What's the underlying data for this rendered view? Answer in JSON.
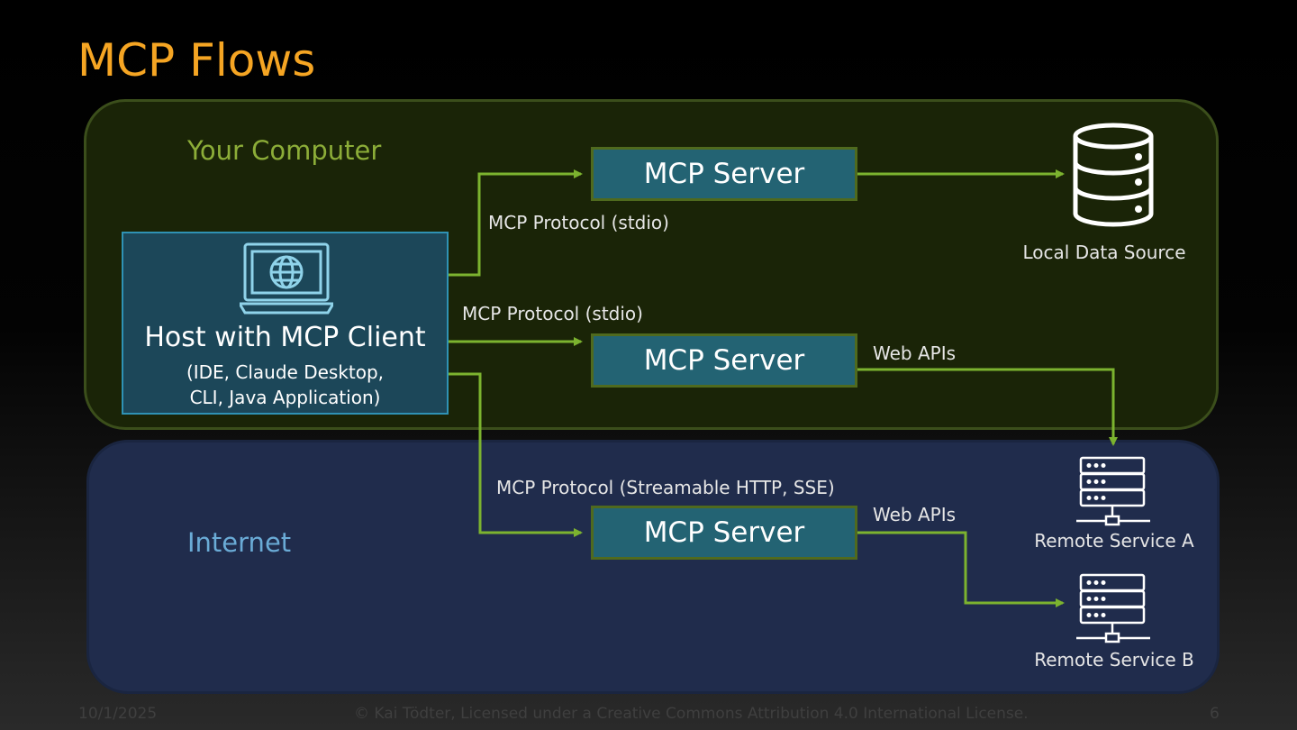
{
  "slide": {
    "title": "MCP Flows",
    "footer": {
      "date": "10/1/2025",
      "copyright": "© Kai Tödter, Licensed under a Creative Commons Attribution 4.0 International License.",
      "page": "6"
    }
  },
  "zones": {
    "computer": "Your Computer",
    "internet": "Internet"
  },
  "host": {
    "title": "Host with MCP Client",
    "subtitle_line1": "(IDE, Claude Desktop,",
    "subtitle_line2": "CLI, Java Application)",
    "icon": "laptop-globe-icon"
  },
  "servers": [
    {
      "label": "MCP Server"
    },
    {
      "label": "MCP Server"
    },
    {
      "label": "MCP Server"
    }
  ],
  "edges": {
    "stdio_1": "MCP Protocol (stdio)",
    "stdio_2": "MCP Protocol (stdio)",
    "http": "MCP Protocol (Streamable HTTP, SSE)",
    "webapi_1": "Web APIs",
    "webapi_2": "Web APIs"
  },
  "resources": {
    "local": {
      "label": "Local Data Source",
      "icon": "database-icon"
    },
    "remote_a": {
      "label": "Remote Service A",
      "icon": "server-rack-icon"
    },
    "remote_b": {
      "label": "Remote Service B",
      "icon": "server-rack-icon"
    }
  },
  "colors": {
    "title": "#f5a523",
    "connector": "#7cb32f",
    "server_fill": "#236373",
    "host_fill": "#1c4759",
    "computer_zone": "#1a2407",
    "internet_zone": "#202c4c"
  }
}
